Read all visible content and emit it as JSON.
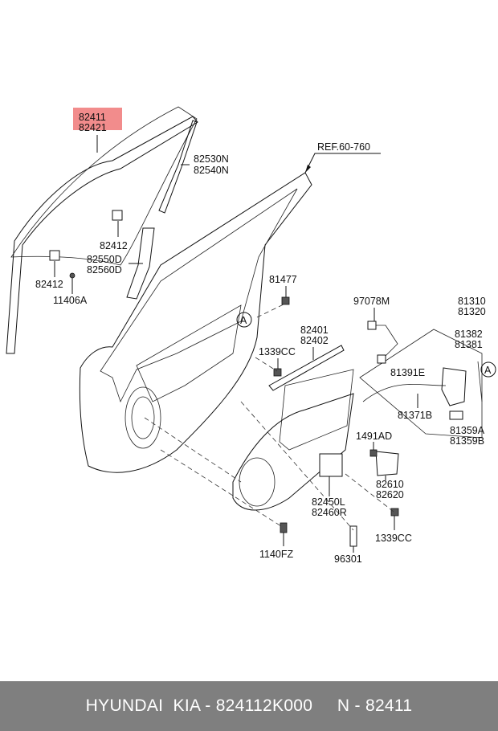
{
  "highlight": {
    "color": "#f28c8c"
  },
  "labels": {
    "p82411": "82411",
    "p82421": "82421",
    "p82530N": "82530N",
    "p82540N": "82540N",
    "p82412a": "82412",
    "p82550D": "82550D",
    "p82560D": "82560D",
    "p82412b": "82412",
    "p11406A": "11406A",
    "ref": "REF.60-760",
    "p81477": "81477",
    "p97078M": "97078M",
    "p81310": "81310",
    "p81320": "81320",
    "p82401": "82401",
    "p82402": "82402",
    "p1339CCa": "1339CC",
    "p81382": "81382",
    "p81381": "81381",
    "p81391E": "81391E",
    "p81371B": "81371B",
    "p81359A": "81359A",
    "p81359B": "81359B",
    "p1491AD": "1491AD",
    "p82610": "82610",
    "p82620": "82620",
    "p82450L": "82450L",
    "p82460R": "82460R",
    "p1339CCb": "1339CC",
    "p1140FZ": "1140FZ",
    "p96301": "96301",
    "circleA1": "A",
    "circleA2": "A"
  },
  "footer": {
    "text": "HYUNDAI  KIA - 824112K000     N - 82411"
  }
}
